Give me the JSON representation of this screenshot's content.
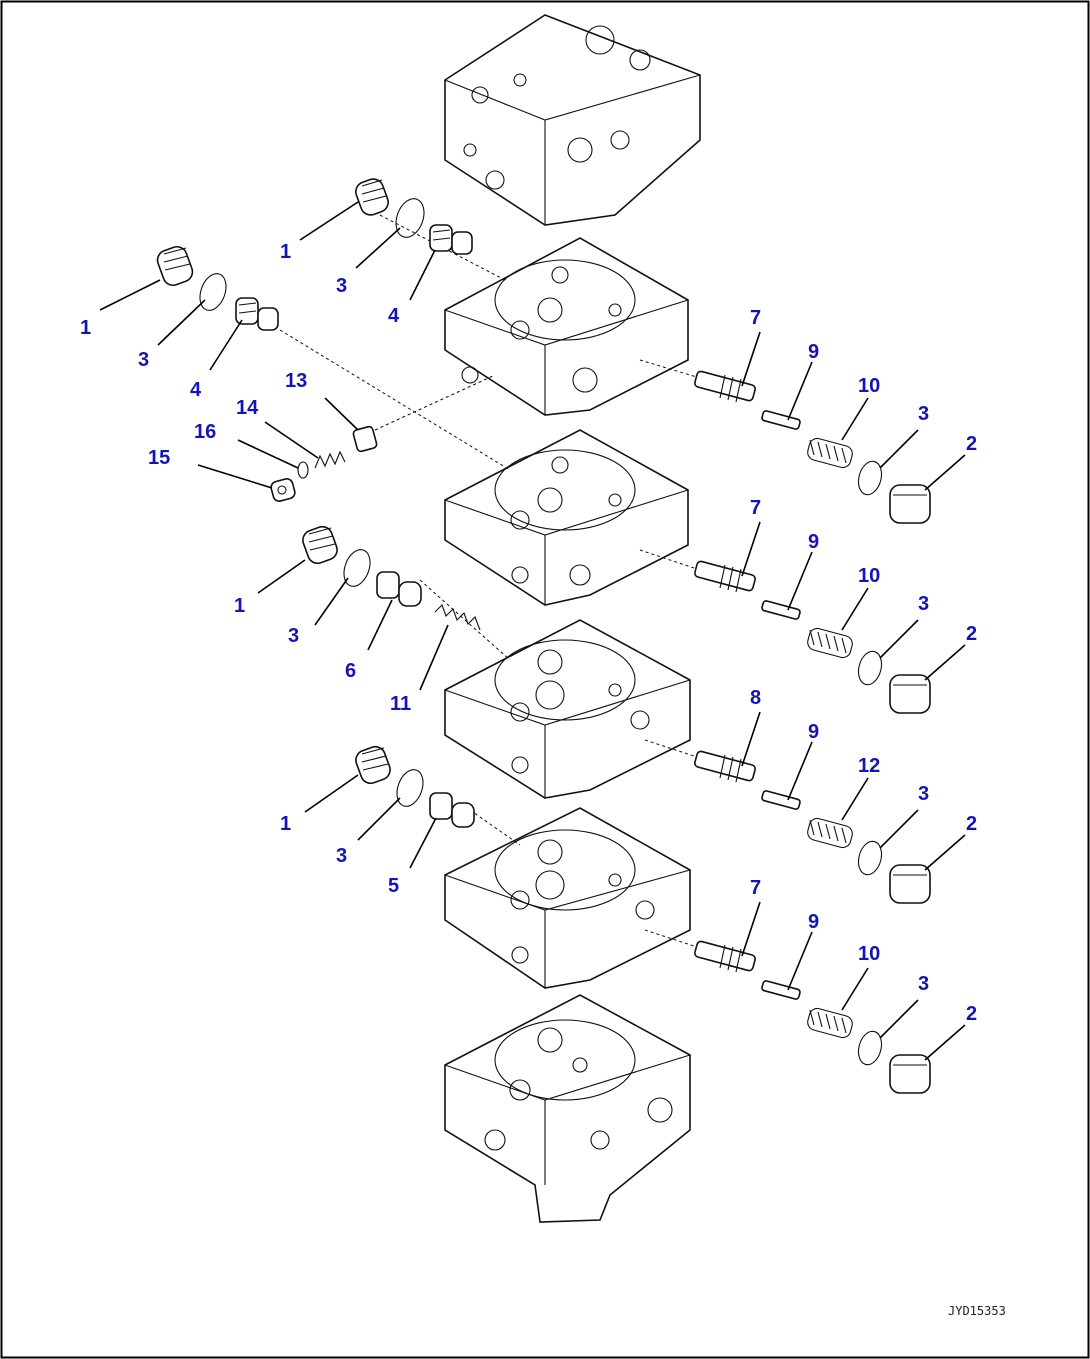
{
  "diagram": {
    "drawing_code": "JYD15353",
    "callouts": [
      {
        "id": "c1a",
        "label": "1"
      },
      {
        "id": "c3a",
        "label": "3"
      },
      {
        "id": "c4a",
        "label": "4"
      },
      {
        "id": "c1b",
        "label": "1"
      },
      {
        "id": "c3b",
        "label": "3"
      },
      {
        "id": "c4b",
        "label": "4"
      },
      {
        "id": "c13",
        "label": "13"
      },
      {
        "id": "c14",
        "label": "14"
      },
      {
        "id": "c16",
        "label": "16"
      },
      {
        "id": "c15",
        "label": "15"
      },
      {
        "id": "c7a",
        "label": "7"
      },
      {
        "id": "c9a",
        "label": "9"
      },
      {
        "id": "c10a",
        "label": "10"
      },
      {
        "id": "c3c",
        "label": "3"
      },
      {
        "id": "c2a",
        "label": "2"
      },
      {
        "id": "c1c",
        "label": "1"
      },
      {
        "id": "c3d",
        "label": "3"
      },
      {
        "id": "c6",
        "label": "6"
      },
      {
        "id": "c11",
        "label": "11"
      },
      {
        "id": "c7b",
        "label": "7"
      },
      {
        "id": "c9b",
        "label": "9"
      },
      {
        "id": "c10b",
        "label": "10"
      },
      {
        "id": "c3e",
        "label": "3"
      },
      {
        "id": "c2b",
        "label": "2"
      },
      {
        "id": "c8",
        "label": "8"
      },
      {
        "id": "c9c",
        "label": "9"
      },
      {
        "id": "c12",
        "label": "12"
      },
      {
        "id": "c3f",
        "label": "3"
      },
      {
        "id": "c2c",
        "label": "2"
      },
      {
        "id": "c1d",
        "label": "1"
      },
      {
        "id": "c3g",
        "label": "3"
      },
      {
        "id": "c5",
        "label": "5"
      },
      {
        "id": "c7c",
        "label": "7"
      },
      {
        "id": "c9d",
        "label": "9"
      },
      {
        "id": "c10c",
        "label": "10"
      },
      {
        "id": "c3h",
        "label": "3"
      },
      {
        "id": "c2d",
        "label": "2"
      }
    ]
  }
}
